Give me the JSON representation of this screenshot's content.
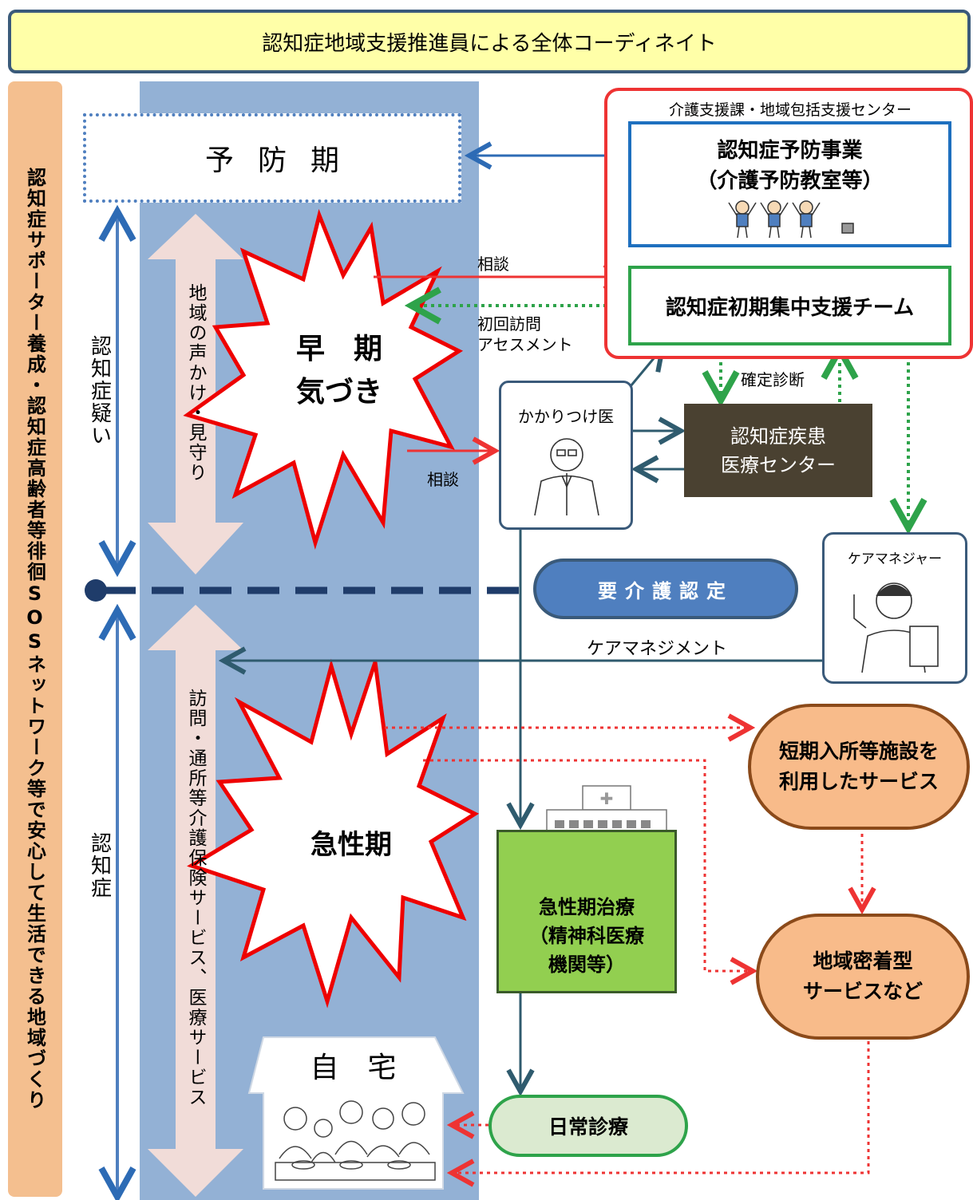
{
  "banner": {
    "text": "認知症地域支援推進員による全体コーディネイト"
  },
  "side_label": "認知症サポーター養成・認知症高齢者等徘徊SOSネットワーク等で安心して生活できる地域づくり",
  "stages": {
    "prevention": "予防期",
    "suspected_label": "認知症疑い",
    "dementia_label": "認知症",
    "early": [
      "早　期",
      "気づき"
    ],
    "acute": "急性期"
  },
  "vertical_arrows": {
    "upper": "地域の声かけ・見守り",
    "lower": "訪問・通所等介護保険サービス、医療サービス"
  },
  "center": {
    "frame_label": "介護支援課・地域包括支援センター",
    "prevention_project": [
      "認知症予防事業",
      "（介護予防教室等）"
    ],
    "initial_team": "認知症初期集中支援チーム"
  },
  "doctor": "かかりつけ医",
  "medical_center": [
    "認知症疾患",
    "医療センター"
  ],
  "care_manager": "ケアマネジャー",
  "care_certification": "要介護認定",
  "links": {
    "consult_1": "相談",
    "consult_2": "相談",
    "initial_visit": [
      "初回訪問",
      "アセスメント"
    ],
    "diagnosis": "確定診断",
    "care_management": "ケアマネジメント"
  },
  "acute_treatment": [
    "急性期治療",
    "（精神科医療",
    "機関等）"
  ],
  "short_stay": [
    "短期入所等施設を",
    "利用したサービス"
  ],
  "community_service": [
    "地域密着型",
    "サービスなど"
  ],
  "daily_care": "日常診療",
  "home": "自　宅",
  "colors": {
    "banner_bg": "#ffffa8",
    "blue_band": "#93b1d5",
    "red": "#e33",
    "green": "#2ea34a",
    "orange": "#f8bb8a",
    "navy": "#3a5a7a"
  }
}
